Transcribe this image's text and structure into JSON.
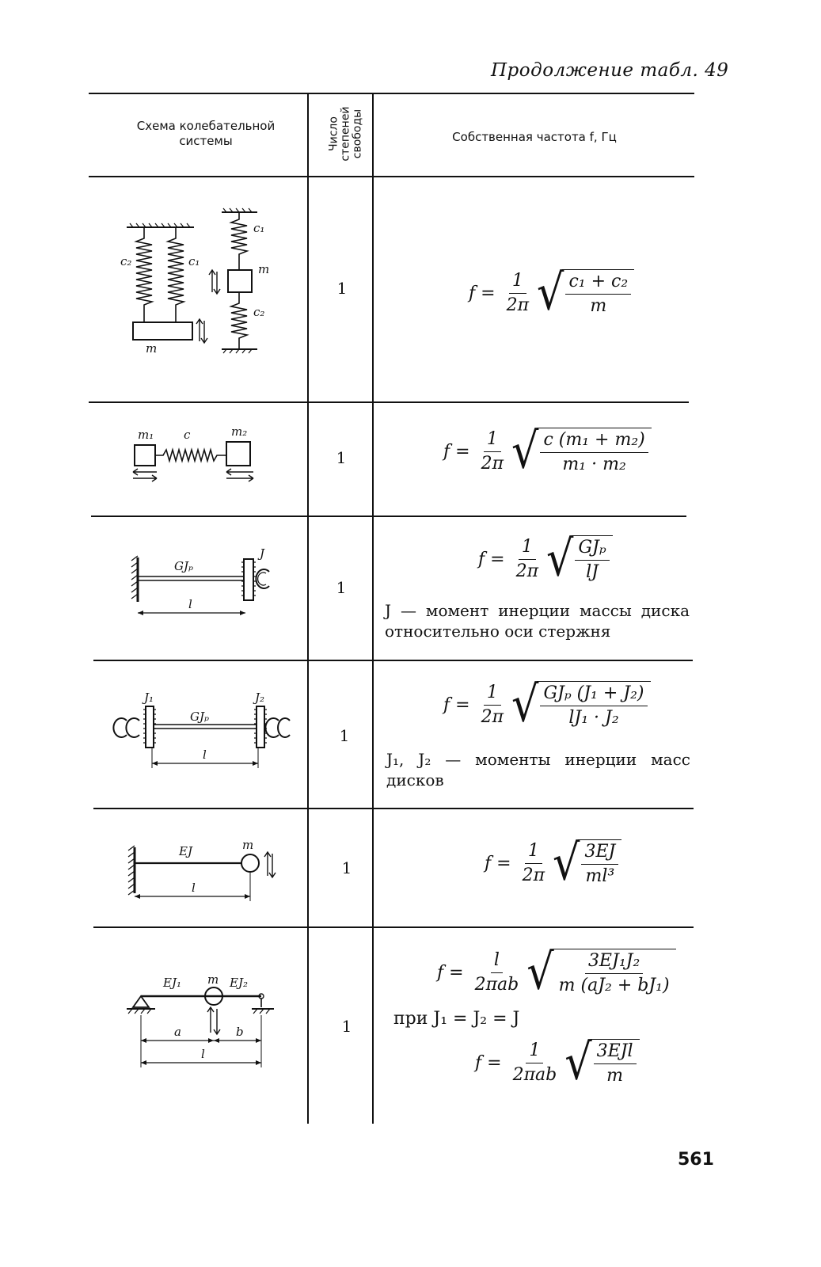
{
  "caption": "Продолжение табл. 49",
  "header": {
    "scheme": "Схема колебательной системы",
    "dof_line1": "Число",
    "dof_line2": "степеней",
    "dof_line3": "свободы",
    "frequency": "Собственная частота f, Гц"
  },
  "rows": [
    {
      "dof": "1",
      "labels": {
        "c2": "c₂",
        "c1": "c₁",
        "m": "m",
        "c1b": "c₁",
        "mb": "m",
        "c2b": "c₂"
      },
      "formula": {
        "lhs": "f =",
        "coef_num": "1",
        "coef_den": "2π",
        "rad_num": "c₁ + c₂",
        "rad_den": "m"
      }
    },
    {
      "dof": "1",
      "labels": {
        "m1": "m₁",
        "c": "c",
        "m2": "m₂"
      },
      "formula": {
        "lhs": "f =",
        "coef_num": "1",
        "coef_den": "2π",
        "rad_num": "c (m₁ + m₂)",
        "rad_den": "m₁ · m₂"
      }
    },
    {
      "dof": "1",
      "labels": {
        "gjp": "GJₚ",
        "j": "J",
        "l": "l"
      },
      "formula": {
        "lhs": "f =",
        "coef_num": "1",
        "coef_den": "2π",
        "rad_num": "GJₚ",
        "rad_den": "lJ"
      },
      "note": "J — момент инерции массы диска относительно оси стержня"
    },
    {
      "dof": "1",
      "labels": {
        "j1": "J₁",
        "gjp": "GJₚ",
        "j2": "J₂",
        "l": "l"
      },
      "formula": {
        "lhs": "f =",
        "coef_num": "1",
        "coef_den": "2π",
        "rad_num": "GJₚ (J₁ + J₂)",
        "rad_den": "lJ₁ · J₂"
      },
      "note": "J₁, J₂ — моменты инерции масс дисков"
    },
    {
      "dof": "1",
      "labels": {
        "ej": "EJ",
        "m": "m",
        "l": "l"
      },
      "formula": {
        "lhs": "f =",
        "coef_num": "1",
        "coef_den": "2π",
        "rad_num": "3EJ",
        "rad_den": "ml³"
      }
    },
    {
      "dof": "1",
      "labels": {
        "ej1": "EJ₁",
        "m": "m",
        "ej2": "EJ₂",
        "a": "a",
        "b": "b",
        "l": "l"
      },
      "formula": {
        "lhs": "f =",
        "coef_num": "l",
        "coef_den": "2πab",
        "rad_num": "3EJ₁J₂",
        "rad_den": "m (aJ₂ + bJ₁)"
      },
      "condition": "при J₁ = J₂ = J",
      "formula2": {
        "lhs": "f =",
        "coef_num": "1",
        "coef_den": "2πab",
        "rad_num": "3EJl",
        "rad_den": "m"
      }
    }
  ],
  "page_number": "561"
}
